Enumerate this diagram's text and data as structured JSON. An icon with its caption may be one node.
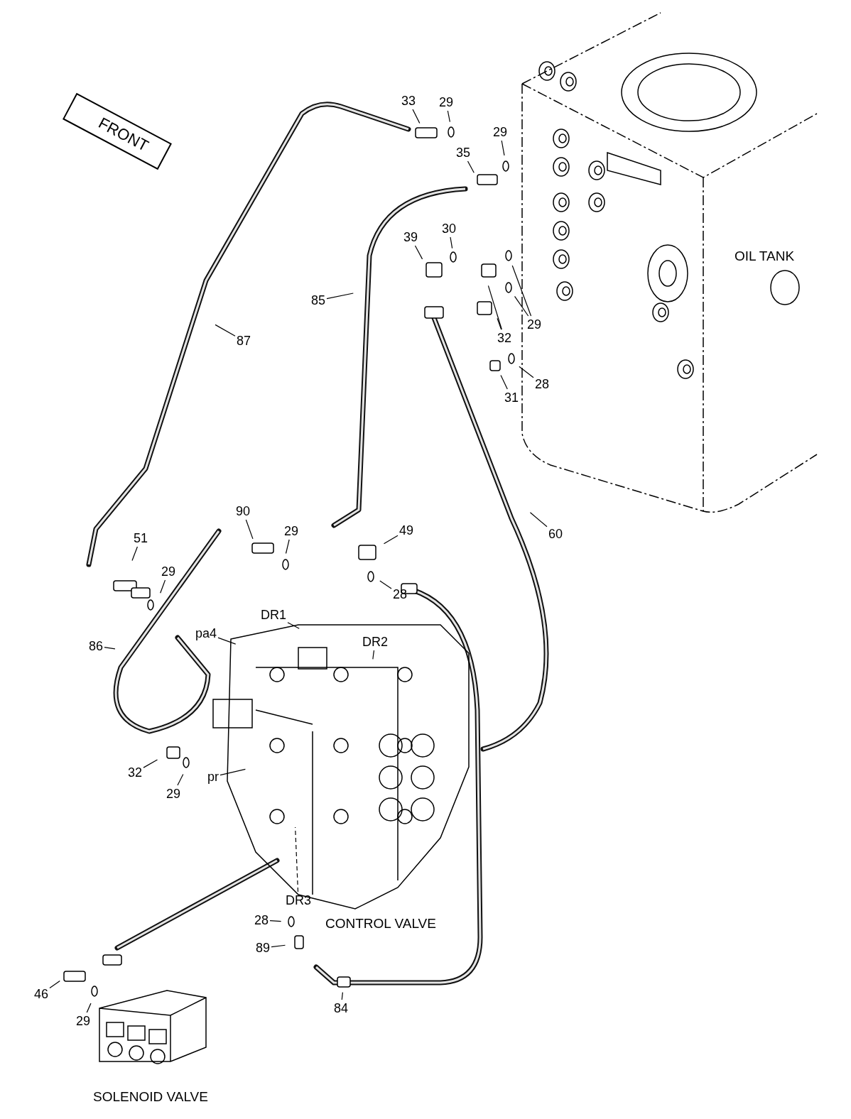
{
  "diagram": {
    "nodes": [
      {
        "text": [
          "33"
        ]
      },
      {
        "text": [
          "29"
        ]
      },
      {
        "text": [
          "29"
        ]
      },
      {
        "text": [
          "35"
        ]
      },
      {
        "text": [
          "30"
        ]
      },
      {
        "text": [
          "39"
        ]
      },
      {
        "text": [
          "85"
        ]
      },
      {
        "text": [
          "32"
        ]
      },
      {
        "text": [
          "29"
        ]
      },
      {
        "text": [
          "87"
        ]
      },
      {
        "text": [
          "31"
        ]
      },
      {
        "text": [
          "28"
        ]
      },
      {
        "text": [
          "60"
        ]
      },
      {
        "text": [
          "90"
        ]
      },
      {
        "text": [
          "29"
        ]
      },
      {
        "text": [
          "49"
        ]
      },
      {
        "text": [
          "51"
        ]
      },
      {
        "text": [
          "28"
        ]
      },
      {
        "text": [
          "29"
        ]
      },
      {
        "text": [
          "DR1"
        ]
      },
      {
        "text": [
          "pa4"
        ]
      },
      {
        "text": [
          "86"
        ]
      },
      {
        "text": [
          "DR2"
        ]
      },
      {
        "text": [
          "32"
        ]
      },
      {
        "text": [
          "29"
        ]
      },
      {
        "text": [
          "pr"
        ]
      },
      {
        "text": [
          "DR3"
        ]
      },
      {
        "text": [
          "28"
        ]
      },
      {
        "text": [
          "89"
        ]
      },
      {
        "text": [
          "84"
        ]
      },
      {
        "text": [
          "46"
        ]
      },
      {
        "text": [
          "29"
        ]
      },
      {
        "text": [
          "FRONT"
        ]
      }
    ],
    "edges": [
      {
        "from": 0,
        "to": null,
        "arrow": "none"
      },
      {
        "from": 1,
        "to": null,
        "arrow": "none"
      },
      {
        "from": 2,
        "to": null,
        "arrow": "none"
      },
      {
        "from": 3,
        "to": null,
        "arrow": "none"
      },
      {
        "from": 4,
        "to": null,
        "arrow": "none"
      },
      {
        "from": 5,
        "to": null,
        "arrow": "none"
      },
      {
        "from": 6,
        "to": null,
        "arrow": "none"
      },
      {
        "from": 7,
        "to": null,
        "arrow": "none"
      },
      {
        "from": 7,
        "to": null,
        "arrow": "none"
      },
      {
        "from": 8,
        "to": null,
        "arrow": "none"
      },
      {
        "from": 8,
        "to": null,
        "arrow": "none"
      },
      {
        "from": 9,
        "to": null,
        "arrow": "none"
      },
      {
        "from": 10,
        "to": null,
        "arrow": "none"
      },
      {
        "from": 11,
        "to": null,
        "arrow": "none"
      },
      {
        "from": 12,
        "to": null,
        "arrow": "none"
      },
      {
        "from": 13,
        "to": null,
        "arrow": "none"
      },
      {
        "from": 14,
        "to": null,
        "arrow": "none"
      },
      {
        "from": 15,
        "to": null,
        "arrow": "none"
      },
      {
        "from": 16,
        "to": null,
        "arrow": "none"
      },
      {
        "from": 17,
        "to": null,
        "arrow": "none"
      },
      {
        "from": 18,
        "to": null,
        "arrow": "none"
      },
      {
        "from": 19,
        "to": null,
        "arrow": "none"
      },
      {
        "from": 20,
        "to": null,
        "arrow": "none"
      },
      {
        "from": 21,
        "to": null,
        "arrow": "none"
      },
      {
        "from": 22,
        "to": null,
        "arrow": "none"
      },
      {
        "from": 23,
        "to": null,
        "arrow": "none"
      },
      {
        "from": 24,
        "to": null,
        "arrow": "none"
      },
      {
        "from": 25,
        "to": null,
        "arrow": "none"
      },
      {
        "from": 26,
        "to": null,
        "arrow": "none",
        "style": "dashed"
      },
      {
        "from": 27,
        "to": null,
        "arrow": "none"
      },
      {
        "from": 28,
        "to": null,
        "arrow": "none"
      },
      {
        "from": 29,
        "to": null,
        "arrow": "none"
      },
      {
        "from": 30,
        "to": null,
        "arrow": "none"
      },
      {
        "from": 31,
        "to": null,
        "arrow": "none"
      }
    ],
    "labels": [
      "OIL TANK",
      "CONTROL VALVE",
      "SOLENOID VALVE"
    ]
  }
}
